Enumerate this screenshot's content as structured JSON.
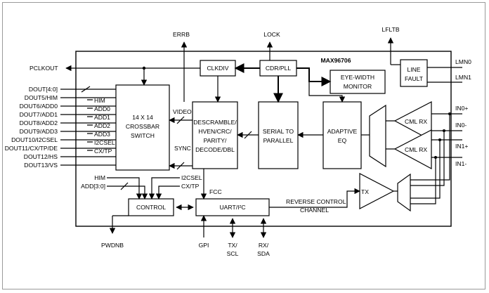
{
  "chip": "MAX96706",
  "top_signals": {
    "errb": "ERRB",
    "lock": "LOCK",
    "lfltb": "LFLTB"
  },
  "left_pins": {
    "pclkout": "PCLKOUT",
    "dout": [
      "DOUT[4:0]",
      "DOUT5/HIM",
      "DOUT6/ADD0",
      "DOUT7/ADD1",
      "DOUT8/ADD2",
      "DOUT9/ADD3",
      "DOUT10/I2CSEL",
      "DOUT11/CX/TP/DE",
      "DOUT12/HS",
      "DOUT13/VS"
    ],
    "crossbar_inputs": [
      "HIM",
      "ADD0",
      "ADD1",
      "ADD2",
      "ADD3",
      "I2CSEL",
      "CX/TP"
    ]
  },
  "right_pins": {
    "lmn0": "LMN0",
    "lmn1": "LMN1",
    "in0p": "IN0+",
    "in0n": "IN0-",
    "in1p": "IN1+",
    "in1n": "IN1-"
  },
  "blocks": {
    "clkdiv": "CLKDIV",
    "cdr": "CDR/PLL",
    "eye": [
      "EYE-WIDTH",
      "MONITOR"
    ],
    "linefault": [
      "LINE",
      "FAULT"
    ],
    "crossbar": [
      "14 X 14",
      "CROSSBAR",
      "SWITCH"
    ],
    "descramble": [
      "DESCRAMBLE/",
      "HVEN/CRC/",
      "PARITY/",
      "DECODE/DBL"
    ],
    "s2p": [
      "SERIAL TO",
      "PARALLEL"
    ],
    "adaptive": [
      "ADAPTIVE",
      "EQ"
    ],
    "cmlrx": "CML RX",
    "control": "CONTROL",
    "uart": "UART/I²C",
    "tx": "TX"
  },
  "internal": {
    "video": "VIDEO",
    "sync": "SYNC",
    "fcc": "FCC",
    "reverse": [
      "REVERSE CONTROL",
      "CHANNEL"
    ],
    "him": "HIM",
    "add": "ADD[3:0]",
    "i2csel": "I2CSEL",
    "cxtp": "CX/TP"
  },
  "bottom_pins": {
    "pwdnb": "PWDNB",
    "gpi": "GPI",
    "txscl": [
      "TX/",
      "SCL"
    ],
    "rxsda": [
      "RX/",
      "SDA"
    ]
  }
}
